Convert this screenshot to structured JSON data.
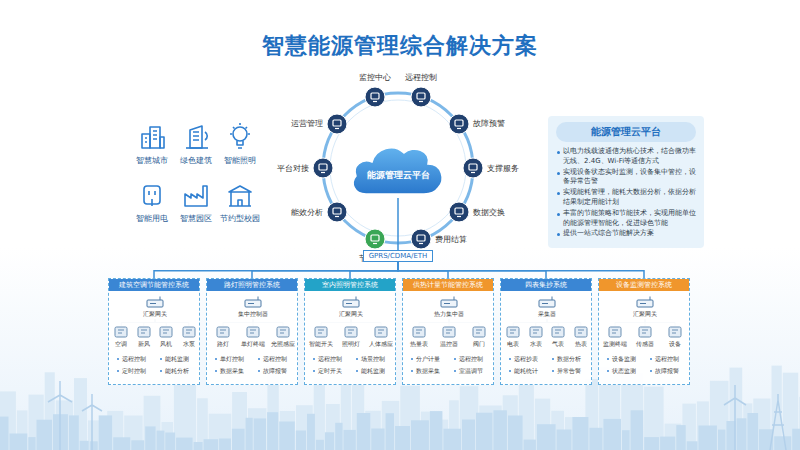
{
  "diagram": {
    "title": "智慧能源管理综合解决方案",
    "nodes": [
      {
        "text": [
          "智慧城市"
        ]
      },
      {
        "text": [
          "绿色建筑"
        ]
      },
      {
        "text": [
          "智能照明"
        ]
      },
      {
        "text": [
          "智能用电"
        ]
      },
      {
        "text": [
          "智慧园区"
        ]
      },
      {
        "text": [
          "节约型校园"
        ]
      },
      {
        "text": [
          "能源管理云平台"
        ]
      },
      {
        "text": [
          "监控中心"
        ]
      },
      {
        "text": [
          "远程控制"
        ]
      },
      {
        "text": [
          "故障预警"
        ]
      },
      {
        "text": [
          "支撑服务"
        ]
      },
      {
        "text": [
          "数据交换"
        ]
      },
      {
        "text": [
          "费用结算"
        ]
      },
      {
        "text": [
          "节能决策"
        ]
      },
      {
        "text": [
          "能效分析"
        ]
      },
      {
        "text": [
          "平台对接"
        ]
      },
      {
        "text": [
          "运营管理"
        ]
      },
      {
        "text": [
          "能源管理云平台",
          "以电力线载波通信为核心技术，结合微功率无线、2.4G、Wi-Fi等通信方式",
          "实现设备状态实时监测，设备集中管控，设备异常告警",
          "实现能耗管理，能耗大数据分析，依据分析结果制定用能计划",
          "丰富的节能策略和节能技术，实现用能单位的能源管理智能化，促进绿色节能",
          "提供一站式综合节能解决方案"
        ]
      },
      {
        "text": [
          "GPRS/CDMA/ETH"
        ]
      },
      {
        "text": [
          "建筑空调节能管控系统",
          "远程控制",
          "能耗监测",
          "定时控制",
          "能耗分析"
        ]
      },
      {
        "text": [
          "路灯照明管控系统",
          "单灯控制",
          "远程控制",
          "数据采集",
          "故障报警"
        ]
      },
      {
        "text": [
          "室内照明管控系统",
          "远程控制",
          "场景控制",
          "定时开关",
          "能耗监测"
        ]
      },
      {
        "text": [
          "供热计量节能管控系统",
          "分户计量",
          "远程控制",
          "数据采集",
          "室温调节"
        ]
      },
      {
        "text": [
          "四表集抄系统",
          "远程抄表",
          "数据分析",
          "能耗统计",
          "异常告警"
        ]
      },
      {
        "text": [
          "设备监测管控系统",
          "设备监测",
          "远程控制",
          "状态监测",
          "故障报警"
        ]
      },
      {
        "text": [
          "汇聚网关"
        ],
        "in": 19
      },
      {
        "text": [
          "空调"
        ],
        "in": 19
      },
      {
        "text": [
          "新风"
        ],
        "in": 19
      },
      {
        "text": [
          "风机"
        ],
        "in": 19
      },
      {
        "text": [
          "水泵"
        ],
        "in": 19
      },
      {
        "text": [
          "集中控制器"
        ],
        "in": 20
      },
      {
        "text": [
          "路灯"
        ],
        "in": 20
      },
      {
        "text": [
          "单灯终端"
        ],
        "in": 20
      },
      {
        "text": [
          "光照感应"
        ],
        "in": 20
      },
      {
        "text": [
          "汇聚网关"
        ],
        "in": 21
      },
      {
        "text": [
          "智能开关"
        ],
        "in": 21
      },
      {
        "text": [
          "照明灯"
        ],
        "in": 21
      },
      {
        "text": [
          "人体感应"
        ],
        "in": 21
      },
      {
        "text": [
          "热力集中器"
        ],
        "in": 22
      },
      {
        "text": [
          "热量表"
        ],
        "in": 22
      },
      {
        "text": [
          "温控器"
        ],
        "in": 22
      },
      {
        "text": [
          "阀门"
        ],
        "in": 22
      },
      {
        "text": [
          "采集器"
        ],
        "in": 23
      },
      {
        "text": [
          "电表"
        ],
        "in": 23
      },
      {
        "text": [
          "水表"
        ],
        "in": 23
      },
      {
        "text": [
          "气表"
        ],
        "in": 23
      },
      {
        "text": [
          "热表"
        ],
        "in": 23
      },
      {
        "text": [
          "汇聚网关"
        ],
        "in": 24
      },
      {
        "text": [
          "监测终端"
        ],
        "in": 24
      },
      {
        "text": [
          "传感器"
        ],
        "in": 24
      },
      {
        "text": [
          "设备"
        ],
        "in": 24
      }
    ],
    "edges": [
      {
        "from": 6,
        "to": 18,
        "arrow": "none"
      },
      {
        "from": 18,
        "to": 19,
        "arrow": "none"
      },
      {
        "from": 18,
        "to": 20,
        "arrow": "none"
      },
      {
        "from": 18,
        "to": 21,
        "arrow": "none"
      },
      {
        "from": 18,
        "to": 22,
        "arrow": "none"
      },
      {
        "from": 18,
        "to": 23,
        "arrow": "none"
      },
      {
        "from": 18,
        "to": 24,
        "arrow": "none"
      },
      {
        "from": 25,
        "to": 26,
        "arrow": "none"
      },
      {
        "from": 25,
        "to": 27,
        "arrow": "none"
      },
      {
        "from": 25,
        "to": 28,
        "arrow": "none"
      },
      {
        "from": 25,
        "to": 29,
        "arrow": "none"
      },
      {
        "from": 30,
        "to": 31,
        "arrow": "none"
      },
      {
        "from": 30,
        "to": 32,
        "arrow": "none"
      },
      {
        "from": 30,
        "to": 33,
        "arrow": "none"
      },
      {
        "from": 34,
        "to": 35,
        "arrow": "none"
      },
      {
        "from": 34,
        "to": 36,
        "arrow": "none"
      },
      {
        "from": 34,
        "to": 37,
        "arrow": "none"
      },
      {
        "from": 38,
        "to": 39,
        "arrow": "none"
      },
      {
        "from": 38,
        "to": 40,
        "arrow": "none"
      },
      {
        "from": 38,
        "to": 41,
        "arrow": "none"
      },
      {
        "from": 42,
        "to": 43,
        "arrow": "none"
      },
      {
        "from": 42,
        "to": 44,
        "arrow": "none"
      },
      {
        "from": 42,
        "to": 45,
        "arrow": "none"
      },
      {
        "from": 42,
        "to": 46,
        "arrow": "none"
      },
      {
        "from": 47,
        "to": 48,
        "arrow": "none"
      },
      {
        "from": 47,
        "to": 49,
        "arrow": "none"
      },
      {
        "from": 47,
        "to": 50,
        "arrow": "none"
      }
    ]
  }
}
